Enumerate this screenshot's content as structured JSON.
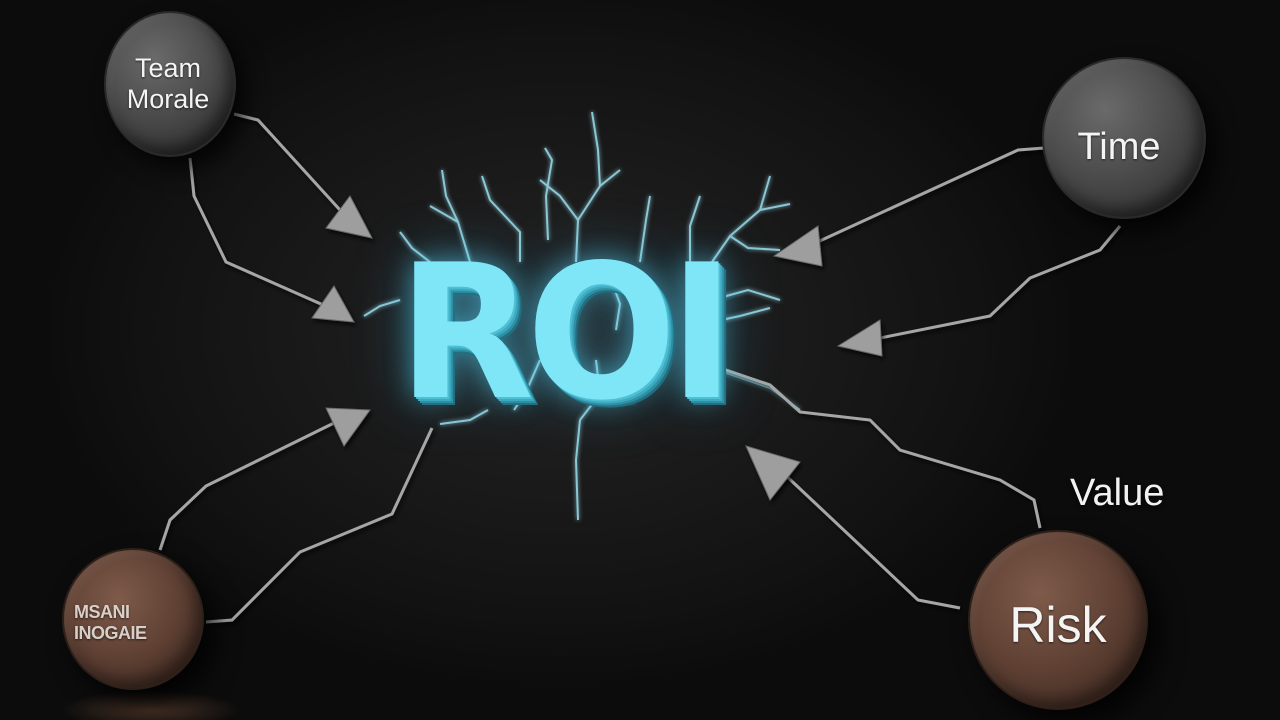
{
  "center": {
    "label": "ROI"
  },
  "nodes": {
    "team_morale": "Team Morale",
    "time": "Time",
    "misc": "MSANI INOGAIE",
    "risk": "Risk"
  },
  "labels": {
    "value": "Value"
  },
  "colors": {
    "background": "#141414",
    "roi_accent": "#7ee6f7",
    "node_gray": "#4c4c4c",
    "node_brown": "#5e4033",
    "arrow": "#a9a9a9"
  }
}
